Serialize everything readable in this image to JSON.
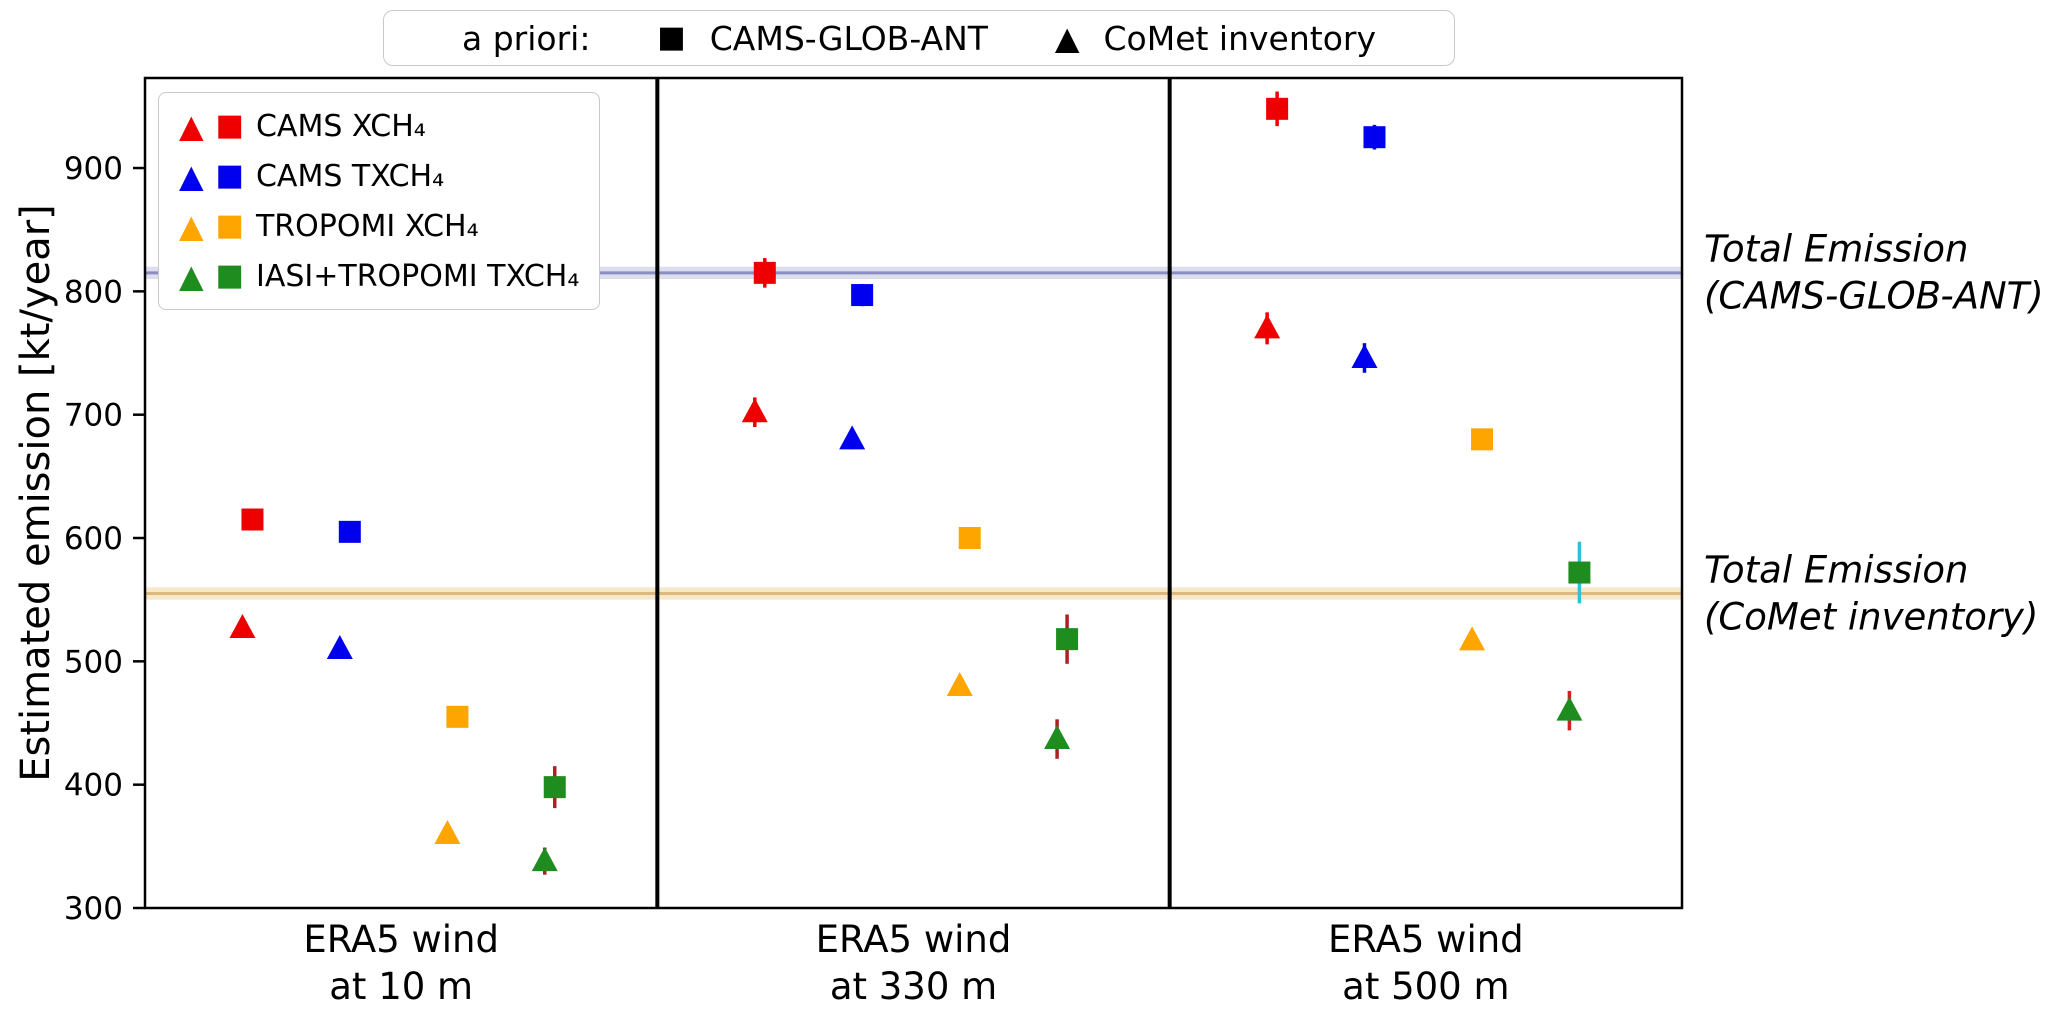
{
  "chart_data": {
    "type": "scatter",
    "title": "",
    "xlabel": "",
    "ylabel": "Estimated emission [kt/year]",
    "ylim": [
      300,
      973
    ],
    "yticks": [
      300,
      400,
      500,
      600,
      700,
      800,
      900
    ],
    "grid": false,
    "x_groups": [
      "ERA5 wind\nat 10 m",
      "ERA5 wind\nat 330 m",
      "ERA5 wind\nat 500 m"
    ],
    "prior_markers": {
      "title": "a priori:",
      "square": "CAMS-GLOB-ANT",
      "triangle": "CoMet inventory",
      "square_glyph": "■",
      "triangle_glyph": "▲"
    },
    "reference_lines": [
      {
        "label": "Total Emission\n(CAMS-GLOB-ANT)",
        "value": 815,
        "half_band": 5,
        "line_color": "#8a8fc0",
        "band_color": "#dcdded"
      },
      {
        "label": "Total Emission\n(CoMet inventory)",
        "value": 555,
        "half_band": 5,
        "line_color": "#ddb97f",
        "band_color": "#f6e8c8"
      }
    ],
    "series": [
      {
        "name": "CAMS XCH₄",
        "id": "cams-xch4",
        "color": "#ee0000",
        "square": [
          {
            "v": 615,
            "e": 8
          },
          {
            "v": 815,
            "e": 12
          },
          {
            "v": 948,
            "e": 14
          }
        ],
        "triangle": [
          {
            "v": 527,
            "e": 7
          },
          {
            "v": 702,
            "e": 12
          },
          {
            "v": 770,
            "e": 13
          }
        ]
      },
      {
        "name": "CAMS TXCH₄",
        "id": "cams-txch4",
        "color": "#0000ee",
        "square": [
          {
            "v": 605,
            "e": 7
          },
          {
            "v": 797,
            "e": 9
          },
          {
            "v": 925,
            "e": 10
          }
        ],
        "triangle": [
          {
            "v": 510,
            "e": 6
          },
          {
            "v": 680,
            "e": 8
          },
          {
            "v": 746,
            "e": 12
          }
        ]
      },
      {
        "name": "TROPOMI XCH₄",
        "id": "tropomi-xch4",
        "color": "#ffa500",
        "square": [
          {
            "v": 455,
            "e": 5
          },
          {
            "v": 600,
            "e": 6
          },
          {
            "v": 680,
            "e": 6
          }
        ],
        "triangle": [
          {
            "v": 360,
            "e": 5
          },
          {
            "v": 480,
            "e": 5
          },
          {
            "v": 517,
            "e": 6
          }
        ]
      },
      {
        "name": "IASI+TROPOMI TXCH₄",
        "id": "iasi-tropomi-txch4",
        "color": "#1e8c1e",
        "square": [
          {
            "v": 398,
            "e": 17,
            "ec": "#aa2222"
          },
          {
            "v": 518,
            "e": 20,
            "ec": "#aa2222"
          },
          {
            "v": 572,
            "e": 25,
            "ec": "#2ac4d4"
          }
        ],
        "triangle": [
          {
            "v": 338,
            "e": 11,
            "ec": "#aa2222"
          },
          {
            "v": 437,
            "e": 16,
            "ec": "#aa2222"
          },
          {
            "v": 460,
            "e": 16,
            "ec": "#cc2222"
          }
        ]
      }
    ],
    "legend_position": "upper-left-inside",
    "units": "kt/year"
  }
}
